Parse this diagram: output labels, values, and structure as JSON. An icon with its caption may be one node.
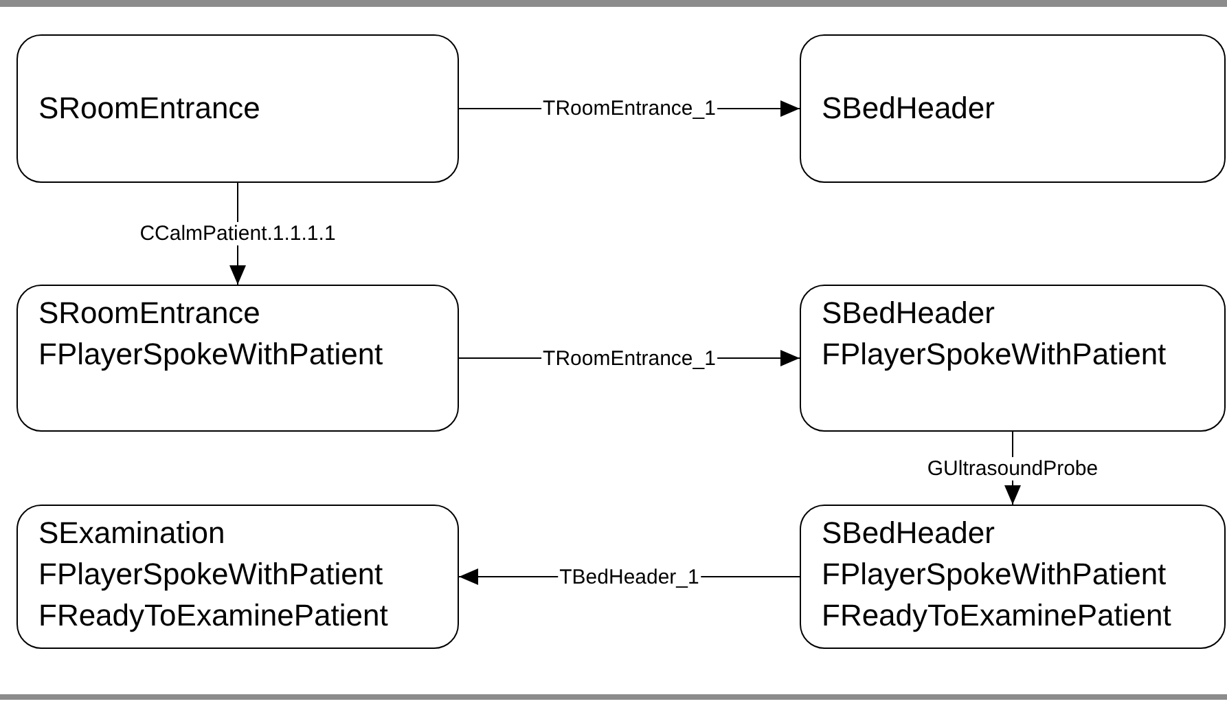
{
  "diagram": {
    "nodes": [
      {
        "text": [
          "SRoomEntrance"
        ]
      },
      {
        "text": [
          "SBedHeader"
        ]
      },
      {
        "text": [
          "SRoomEntrance",
          "FPlayerSpokeWithPatient"
        ]
      },
      {
        "text": [
          "SBedHeader",
          "FPlayerSpokeWithPatient"
        ]
      },
      {
        "text": [
          "SExamination",
          "FPlayerSpokeWithPatient",
          "FReadyToExaminePatient"
        ]
      },
      {
        "text": [
          "SBedHeader",
          "FPlayerSpokeWithPatient",
          "FReadyToExaminePatient"
        ]
      }
    ],
    "edges": [
      {
        "from": 0,
        "to": 1,
        "arrow": "to",
        "label": "TRoomEntrance_1"
      },
      {
        "from": 0,
        "to": 2,
        "arrow": "to",
        "label": "CCalmPatient.1.1.1.1"
      },
      {
        "from": 2,
        "to": 3,
        "arrow": "to",
        "label": "TRoomEntrance_1"
      },
      {
        "from": 3,
        "to": 5,
        "arrow": "to",
        "label": "GUltrasoundProbe"
      },
      {
        "from": 5,
        "to": 4,
        "arrow": "to",
        "label": "TBedHeader_1"
      }
    ]
  }
}
